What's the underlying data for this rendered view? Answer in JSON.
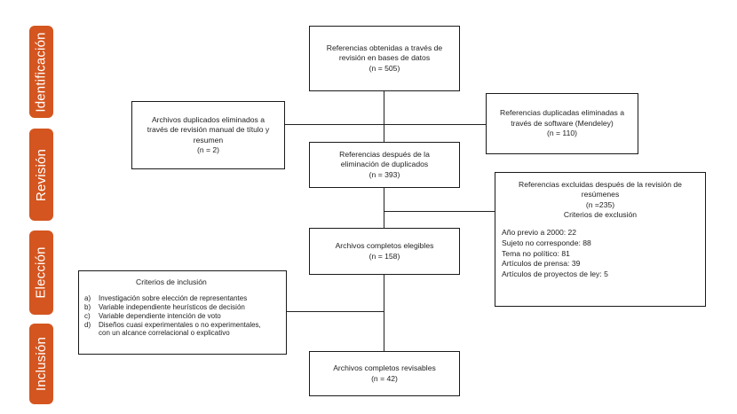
{
  "stages": [
    {
      "id": "identificacion",
      "label": "Identificación"
    },
    {
      "id": "revision",
      "label": "Revisión"
    },
    {
      "id": "eleccion",
      "label": "Elección"
    },
    {
      "id": "inclusion",
      "label": "Inclusión"
    }
  ],
  "boxes": {
    "databases": {
      "line1": "Referencias obtenidas a través de",
      "line2": "revisión en bases de datos",
      "count": "(n = 505)"
    },
    "manual_dup": {
      "line1": "Archivos duplicados eliminados a",
      "line2": "través de revisión manual de título y",
      "line3": "resumen",
      "count": "(n = 2)"
    },
    "software_dup": {
      "line1": "Referencias duplicadas eliminadas a",
      "line2": "través de software (Mendeley)",
      "count": "(n = 110)"
    },
    "after_dedup": {
      "line1": "Referencias después de la",
      "line2": "eliminación de duplicados",
      "count": "(n = 393)"
    },
    "excluded": {
      "line1": "Referencias excluidas después de la revisión de",
      "line2": "resúmenes",
      "count": "(n =235)",
      "criteria_title": "Criterios de exclusión",
      "items": [
        "Año previo a 2000: 22",
        "Sujeto no corresponde: 88",
        "Tema no político: 81",
        "Artículos de prensa: 39",
        "Artículos de proyectos de ley: 5"
      ]
    },
    "eligible": {
      "line1": "Archivos completos elegibles",
      "count": "(n = 158)"
    },
    "inclusion_criteria": {
      "title": "Criterios de inclusión",
      "items": [
        {
          "marker": "a)",
          "lines": [
            "Investigación sobre elección de representantes"
          ]
        },
        {
          "marker": "b)",
          "lines": [
            "Variable independiente heurísticos de decisión"
          ]
        },
        {
          "marker": "c)",
          "lines": [
            "Variable dependiente intención de voto"
          ]
        },
        {
          "marker": "d)",
          "lines": [
            "Diseños cuasi experimentales o no experimentales,",
            "con un alcance correlacional o explicativo"
          ]
        }
      ]
    },
    "reviewable": {
      "line1": "Archivos completos revisables",
      "count": "(n = 42)"
    }
  },
  "colors": {
    "stage": "#d4551f",
    "border": "#1a1a1a"
  }
}
